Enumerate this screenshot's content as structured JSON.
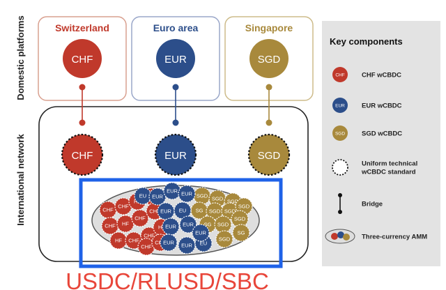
{
  "colors": {
    "chf": "#c0392b",
    "eur": "#2c4e8a",
    "sgd": "#a8893c",
    "highlight": "#1f62e8",
    "caption": "#e8463a",
    "panel": "#e3e3e3"
  },
  "side_labels": {
    "domestic": "Domestic platforms",
    "international": "International network"
  },
  "domestic": [
    {
      "region": "Switzerland",
      "currency": "CHF",
      "key": "chf"
    },
    {
      "region": "Euro area",
      "currency": "EUR",
      "key": "eur"
    },
    {
      "region": "Singapore",
      "currency": "SGD",
      "key": "sgd"
    }
  ],
  "international_nodes": [
    {
      "currency": "CHF",
      "key": "chf"
    },
    {
      "currency": "EUR",
      "key": "eur"
    },
    {
      "currency": "SGD",
      "key": "sgd"
    }
  ],
  "pool_labels": {
    "chf": [
      "CHF",
      "HF",
      "F"
    ],
    "eur": [
      "EUR",
      "EU"
    ],
    "sgd": [
      "SGD",
      "SG"
    ]
  },
  "legend": {
    "title": "Key components",
    "items": [
      {
        "type": "coin",
        "key": "chf",
        "icon_label": "CHF",
        "label": [
          "CHF wCBDC"
        ]
      },
      {
        "type": "coin",
        "key": "eur",
        "icon_label": "EUR",
        "label": [
          "EUR wCBDC"
        ]
      },
      {
        "type": "coin",
        "key": "sgd",
        "icon_label": "SGD",
        "label": [
          "SGD wCBDC"
        ]
      },
      {
        "type": "dashed",
        "label": [
          "Uniform technical",
          "wCBDC standard"
        ]
      },
      {
        "type": "bridge",
        "label": [
          "Bridge"
        ]
      },
      {
        "type": "amm",
        "label": [
          "Three-currency AMM"
        ]
      }
    ]
  },
  "caption": "USDC/RLUSD/SBC"
}
